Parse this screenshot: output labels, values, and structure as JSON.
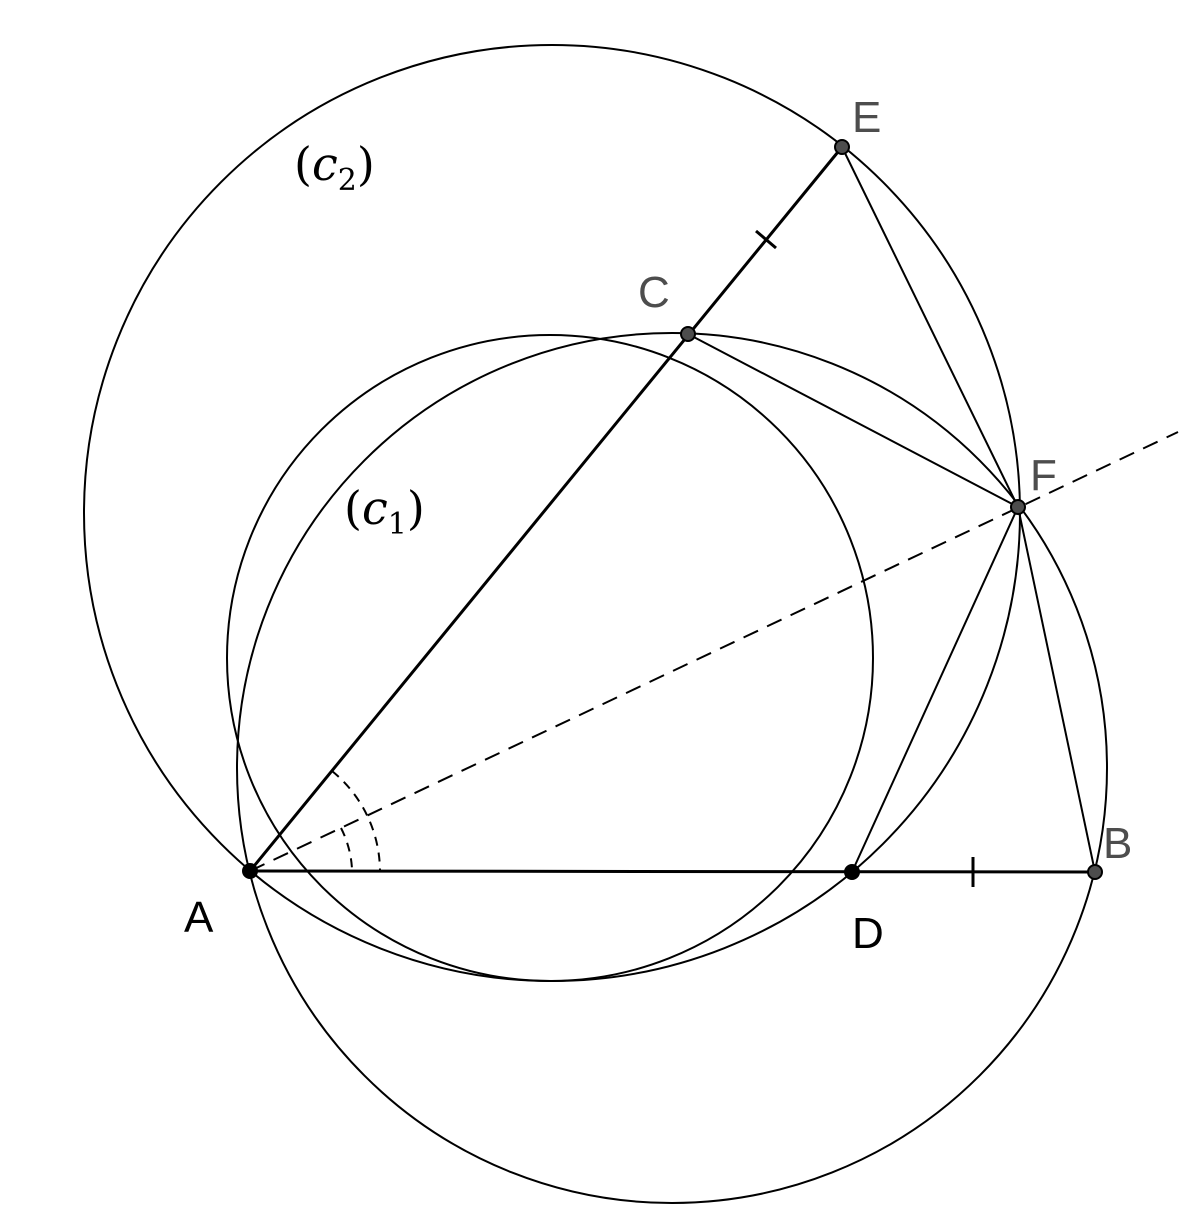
{
  "figure": {
    "points": {
      "A": "A",
      "B": "B",
      "C": "C",
      "D": "D",
      "E": "E",
      "F": "F"
    },
    "circles": {
      "c1": {
        "var": "c",
        "sub": "1"
      },
      "c2": {
        "var": "c",
        "sub": "2"
      }
    }
  },
  "colors": {
    "stroke": "#000000",
    "point_fill_grey": "#4d4d4d",
    "point_fill_black": "#000000",
    "label_grey": "#4d4d4d"
  }
}
